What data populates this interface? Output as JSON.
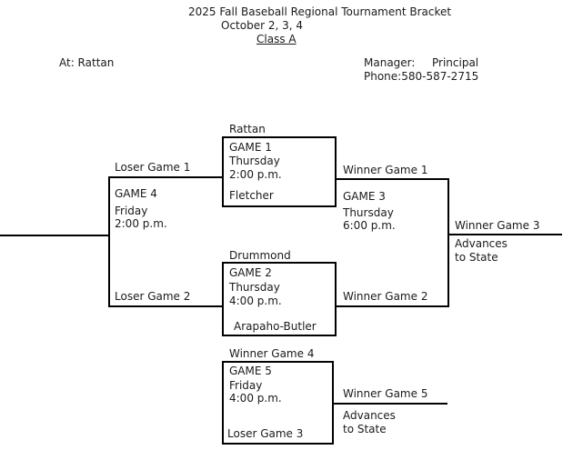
{
  "header": {
    "title": "2025 Fall Baseball Regional Tournament Bracket",
    "dates": "October 2, 3, 4",
    "class_label": "Class A",
    "location": "At: Rattan",
    "manager_label": "Manager:",
    "manager_value": "Principal",
    "phone": "Phone:580-587-2715"
  },
  "bracket": {
    "game1": {
      "top_team": "Rattan",
      "name": "GAME 1",
      "day": "Thursday",
      "time": "2:00 p.m.",
      "bottom_team": "Fletcher"
    },
    "game2": {
      "top_team": "Drummond",
      "name": "GAME 2",
      "day": "Thursday",
      "time": "4:00 p.m.",
      "bottom_team": "Arapaho-Butler"
    },
    "game3": {
      "top_feed": "Winner Game 1",
      "name": "GAME 3",
      "day": "Thursday",
      "time": "6:00 p.m.",
      "bottom_feed": "Winner Game 2",
      "result": "Winner Game 3",
      "result_note_line1": "Advances",
      "result_note_line2": "to State"
    },
    "game4": {
      "top_feed": "Loser Game 1",
      "name": "GAME 4",
      "day": "Friday",
      "time": "2:00 p.m.",
      "bottom_feed": "Loser Game 2"
    },
    "game5": {
      "top_team": "Winner Game 4",
      "name": "GAME 5",
      "day": "Friday",
      "time": "4:00 p.m.",
      "bottom_team": "Loser Game 3",
      "result": "Winner Game 5",
      "result_note_line1": "Advances",
      "result_note_line2": "to State"
    }
  },
  "colors": {
    "text": "#1a1a1a",
    "line": "#000000",
    "background": "#ffffff"
  }
}
